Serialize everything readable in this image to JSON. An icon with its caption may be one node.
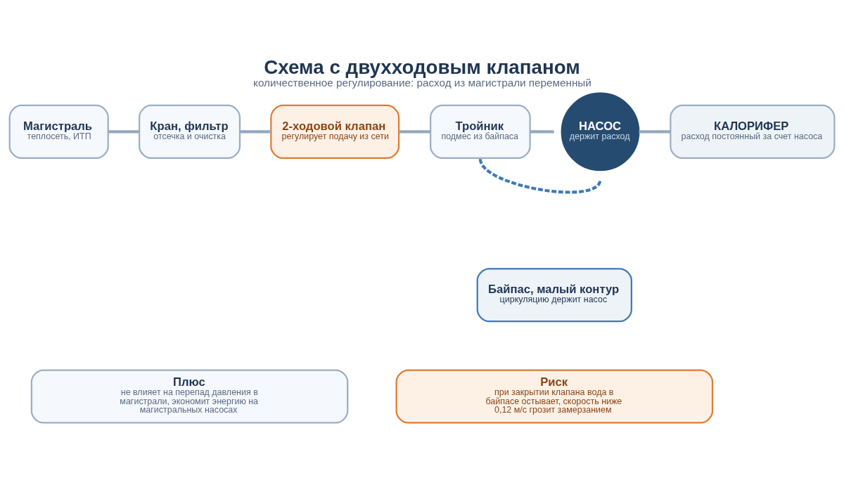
{
  "diagram": {
    "title": "Схема с двухходовым клапаном",
    "caption": "количественное регулирование: расход из магистрали переменный",
    "nodes": [
      {
        "text": [
          "Магистраль",
          "теплосеть, ИТП"
        ]
      },
      {
        "text": [
          "Кран, фильтр",
          "отсечка и очистка"
        ]
      },
      {
        "text": [
          "2-ходовой клапан",
          "регулирует подачу из сети"
        ]
      },
      {
        "text": [
          "Тройник",
          "подмес из байпаса"
        ]
      },
      {
        "text": [
          "НАСОС",
          "держит расход"
        ]
      },
      {
        "text": [
          "КАЛОРИФЕР",
          "расход постоянный за счет насоса"
        ]
      },
      {
        "text": [
          "Байпас, малый контур",
          "циркуляцию держит насос"
        ]
      },
      {
        "text": [
          "Плюс",
          "не влияет на перепад давления в магистрали, экономит энергию на магистральных насосах"
        ]
      },
      {
        "text": [
          "Риск",
          "при закрытии клапана вода в байпасе остывает, скорость ниже 0,12 м/с грозит замерзанием"
        ]
      }
    ],
    "edges": [
      {
        "from": 0,
        "to": 1,
        "arrow": "none"
      },
      {
        "from": 1,
        "to": 2,
        "arrow": "none"
      },
      {
        "from": 2,
        "to": 3,
        "arrow": "none"
      },
      {
        "from": 3,
        "to": 4,
        "arrow": "none"
      },
      {
        "from": 4,
        "to": 5,
        "arrow": "none"
      },
      {
        "from": 3,
        "to": 4,
        "arrow": "none",
        "style": "dashed",
        "color": "#3d7ab8"
      }
    ]
  }
}
